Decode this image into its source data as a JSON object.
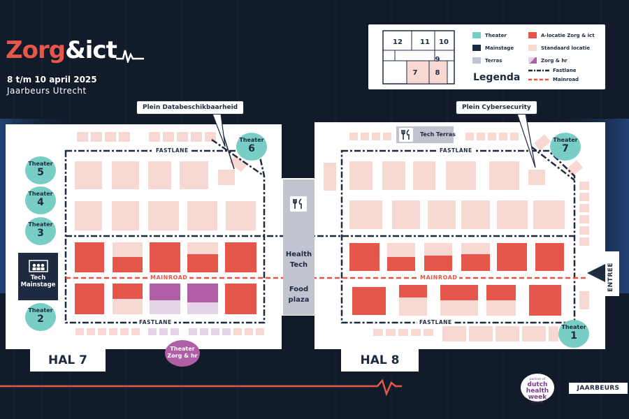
{
  "brand": {
    "logo_a": "Zorg",
    "logo_amp": "&",
    "logo_b": "ict"
  },
  "event": {
    "date": "8 t/m 10 april 2025",
    "venue": "Jaarbeurs  Utrecht"
  },
  "legend": {
    "title": "Legenda",
    "items": [
      {
        "label": "Theater",
        "color": "#78cdc5"
      },
      {
        "label": "Mainstage",
        "color": "#1d2a40"
      },
      {
        "label": "Terras",
        "color": "#c1c3cf"
      },
      {
        "label": "A-locatie Zorg & ict",
        "color": "#e5574a"
      },
      {
        "label": "Standaard locatie",
        "color": "#f8d8d2"
      },
      {
        "label": "Zorg & hr",
        "color": "#b05ea6"
      },
      {
        "label": "Fastlane",
        "color": "#1d2a40"
      },
      {
        "label": "Mainroad",
        "color": "#e5574a"
      }
    ],
    "halls": [
      "12",
      "11",
      "10",
      "9",
      "7",
      "8"
    ]
  },
  "callouts": {
    "left": "Plein Databeschikbaarheid",
    "right": "Plein Cybersecurity"
  },
  "theaters": [
    {
      "label": "Theater",
      "num": "5"
    },
    {
      "label": "Theater",
      "num": "4"
    },
    {
      "label": "Theater",
      "num": "3"
    },
    {
      "label": "Theater",
      "num": "2"
    },
    {
      "label": "Theater",
      "num": "6"
    },
    {
      "label": "Theater",
      "num": "7"
    },
    {
      "label": "Theater",
      "num": "1"
    }
  ],
  "theater_hr": {
    "line1": "Theater",
    "line2": "Zorg & hr"
  },
  "mainstage": {
    "line1": "Tech",
    "line2": "Mainstage"
  },
  "tech_terras": "Tech Terras",
  "plaza": {
    "health": "Health",
    "tech": "Tech",
    "food": "Food",
    "plaza": "plaza"
  },
  "labels": {
    "fastlane": "FASTLANE",
    "mainroad": "MAINROAD",
    "entree": "ENTREE"
  },
  "halls": {
    "h7": "HAL 7",
    "h8": "HAL 8"
  },
  "sponsors": {
    "dhw_sub": "partner of",
    "dhw_main_1": "dutch",
    "dhw_main_2": "health",
    "dhw_main_3": "week",
    "dhw_city": "Utrecht",
    "jaarbeurs": "JAARBEURS"
  },
  "colors": {
    "background": "#121b2a",
    "accent": "#e5574a",
    "navy": "#1d2a40",
    "standard": "#f8d8d2",
    "hr": "#b05ea6",
    "hr_light": "#e5d3e7",
    "theater": "#78cdc5",
    "terras": "#c1c3cf"
  }
}
